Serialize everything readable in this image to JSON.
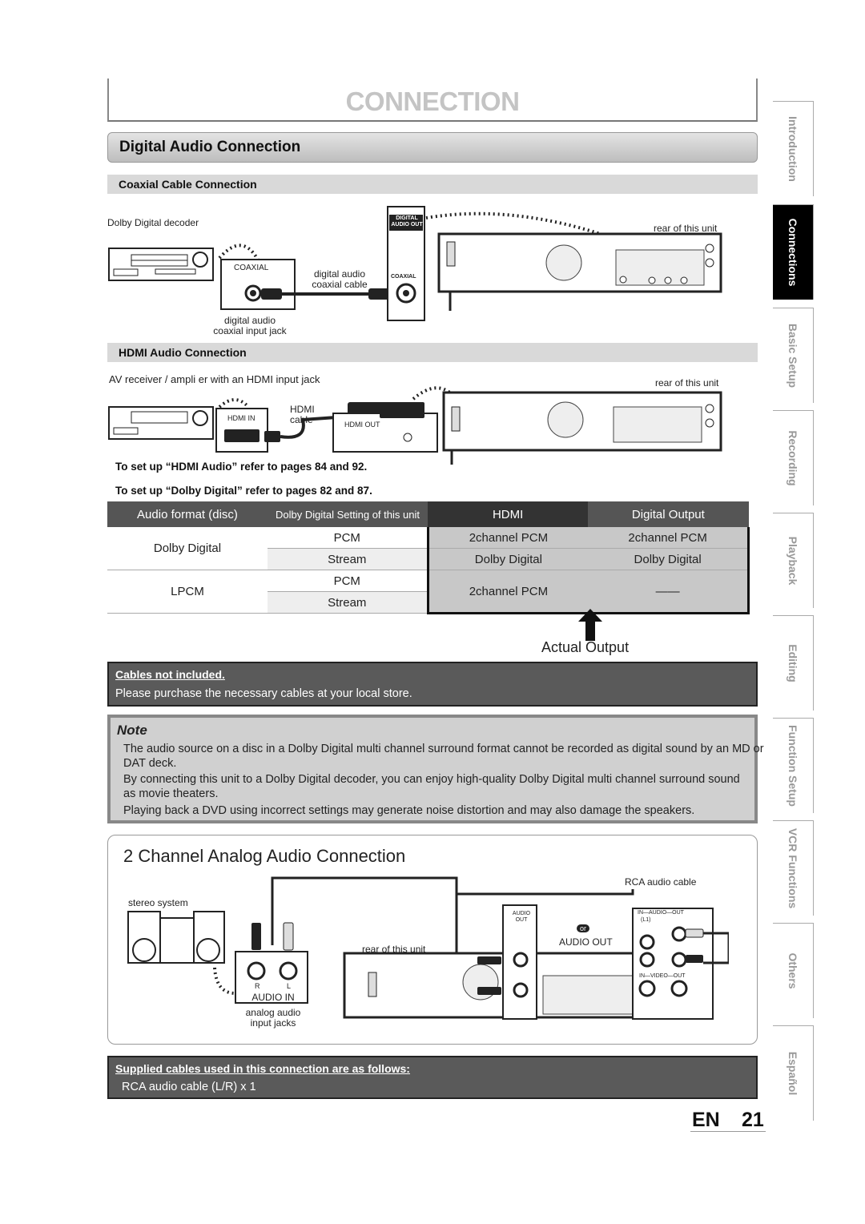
{
  "page_title": "CONNECTION",
  "section_title": "Digital Audio Connection",
  "coaxial": {
    "heading": "Coaxial Cable Connection",
    "decoder_label": "Dolby Digital decoder",
    "coaxial_jack_label": "COAXIAL",
    "cable_label_1": "digital audio",
    "cable_label_2": "coaxial cable",
    "input_jack_1": "digital audio",
    "input_jack_2": "coaxial input jack",
    "digital_audio_out_1": "DIGITAL",
    "digital_audio_out_2": "AUDIO OUT",
    "coaxial_small": "COAXIAL",
    "rear_label": "rear of this unit"
  },
  "hdmi": {
    "heading": "HDMI Audio Connection",
    "receiver_label": "AV receiver / ampli er with an HDMI input jack",
    "hdmi_in": "HDMI IN",
    "cable_1": "HDMI",
    "cable_2": "cable",
    "hdmi_out": "HDMI OUT",
    "rear_label": "rear of this unit"
  },
  "setup_refs": [
    "To set up “HDMI Audio” refer to pages 84 and 92.",
    "To set up “Dolby Digital” refer to pages 82 and 87."
  ],
  "format_table": {
    "headers": [
      "Audio format (disc)",
      "Dolby Digital Setting of this unit",
      "HDMI",
      "Digital Output"
    ],
    "rows": [
      {
        "format": "Dolby Digital",
        "setting": "PCM",
        "hdmi": "2channel PCM",
        "digital": "2channel PCM"
      },
      {
        "format": "",
        "setting": "Stream",
        "hdmi": "Dolby Digital",
        "digital": "Dolby Digital"
      },
      {
        "format": "LPCM",
        "setting": "PCM",
        "hdmi": "2channel PCM",
        "digital": "——"
      },
      {
        "format": "",
        "setting": "Stream",
        "hdmi": "",
        "digital": ""
      }
    ],
    "actual_output": "Actual Output"
  },
  "cables_notice": {
    "title": "Cables not included.",
    "text": "Please purchase the necessary cables at your local store."
  },
  "note": {
    "title": "Note",
    "items": [
      "The audio source on a disc in a Dolby Digital multi channel surround format cannot be recorded as digital sound by an MD or DAT deck.",
      "By connecting this unit to a Dolby Digital decoder, you can enjoy high-quality Dolby Digital multi channel surround sound as movie theaters.",
      "Playing back a DVD using incorrect settings may generate noise distortion and may also damage the speakers."
    ]
  },
  "analog": {
    "title": "2 Channel Analog Audio Connection",
    "rca_label": "RCA audio  cable",
    "stereo_label": "stereo system",
    "audio_in": "AUDIO IN",
    "r": "R",
    "l": "L",
    "jacks_1": "analog audio",
    "jacks_2": "input jacks",
    "rear_label": "rear of this unit",
    "audio_out_small_1": "AUDIO",
    "audio_out_small_2": "OUT",
    "or": "or",
    "audio_out": "AUDIO OUT",
    "in_audio_out": "IN—AUDIO—OUT",
    "l1": "(L1)",
    "in_video_out": "IN—VIDEO—OUT"
  },
  "supplied": {
    "title": "Supplied cables used in this connection are as follows:",
    "text": "RCA audio cable (L/R) x 1"
  },
  "footer": {
    "lang": "EN",
    "page": "21"
  },
  "side_tabs": [
    "Introduction",
    "Connections",
    "Basic Setup",
    "Recording",
    "Playback",
    "Editing",
    "Function Setup",
    "VCR Functions",
    "Others",
    "Español"
  ]
}
